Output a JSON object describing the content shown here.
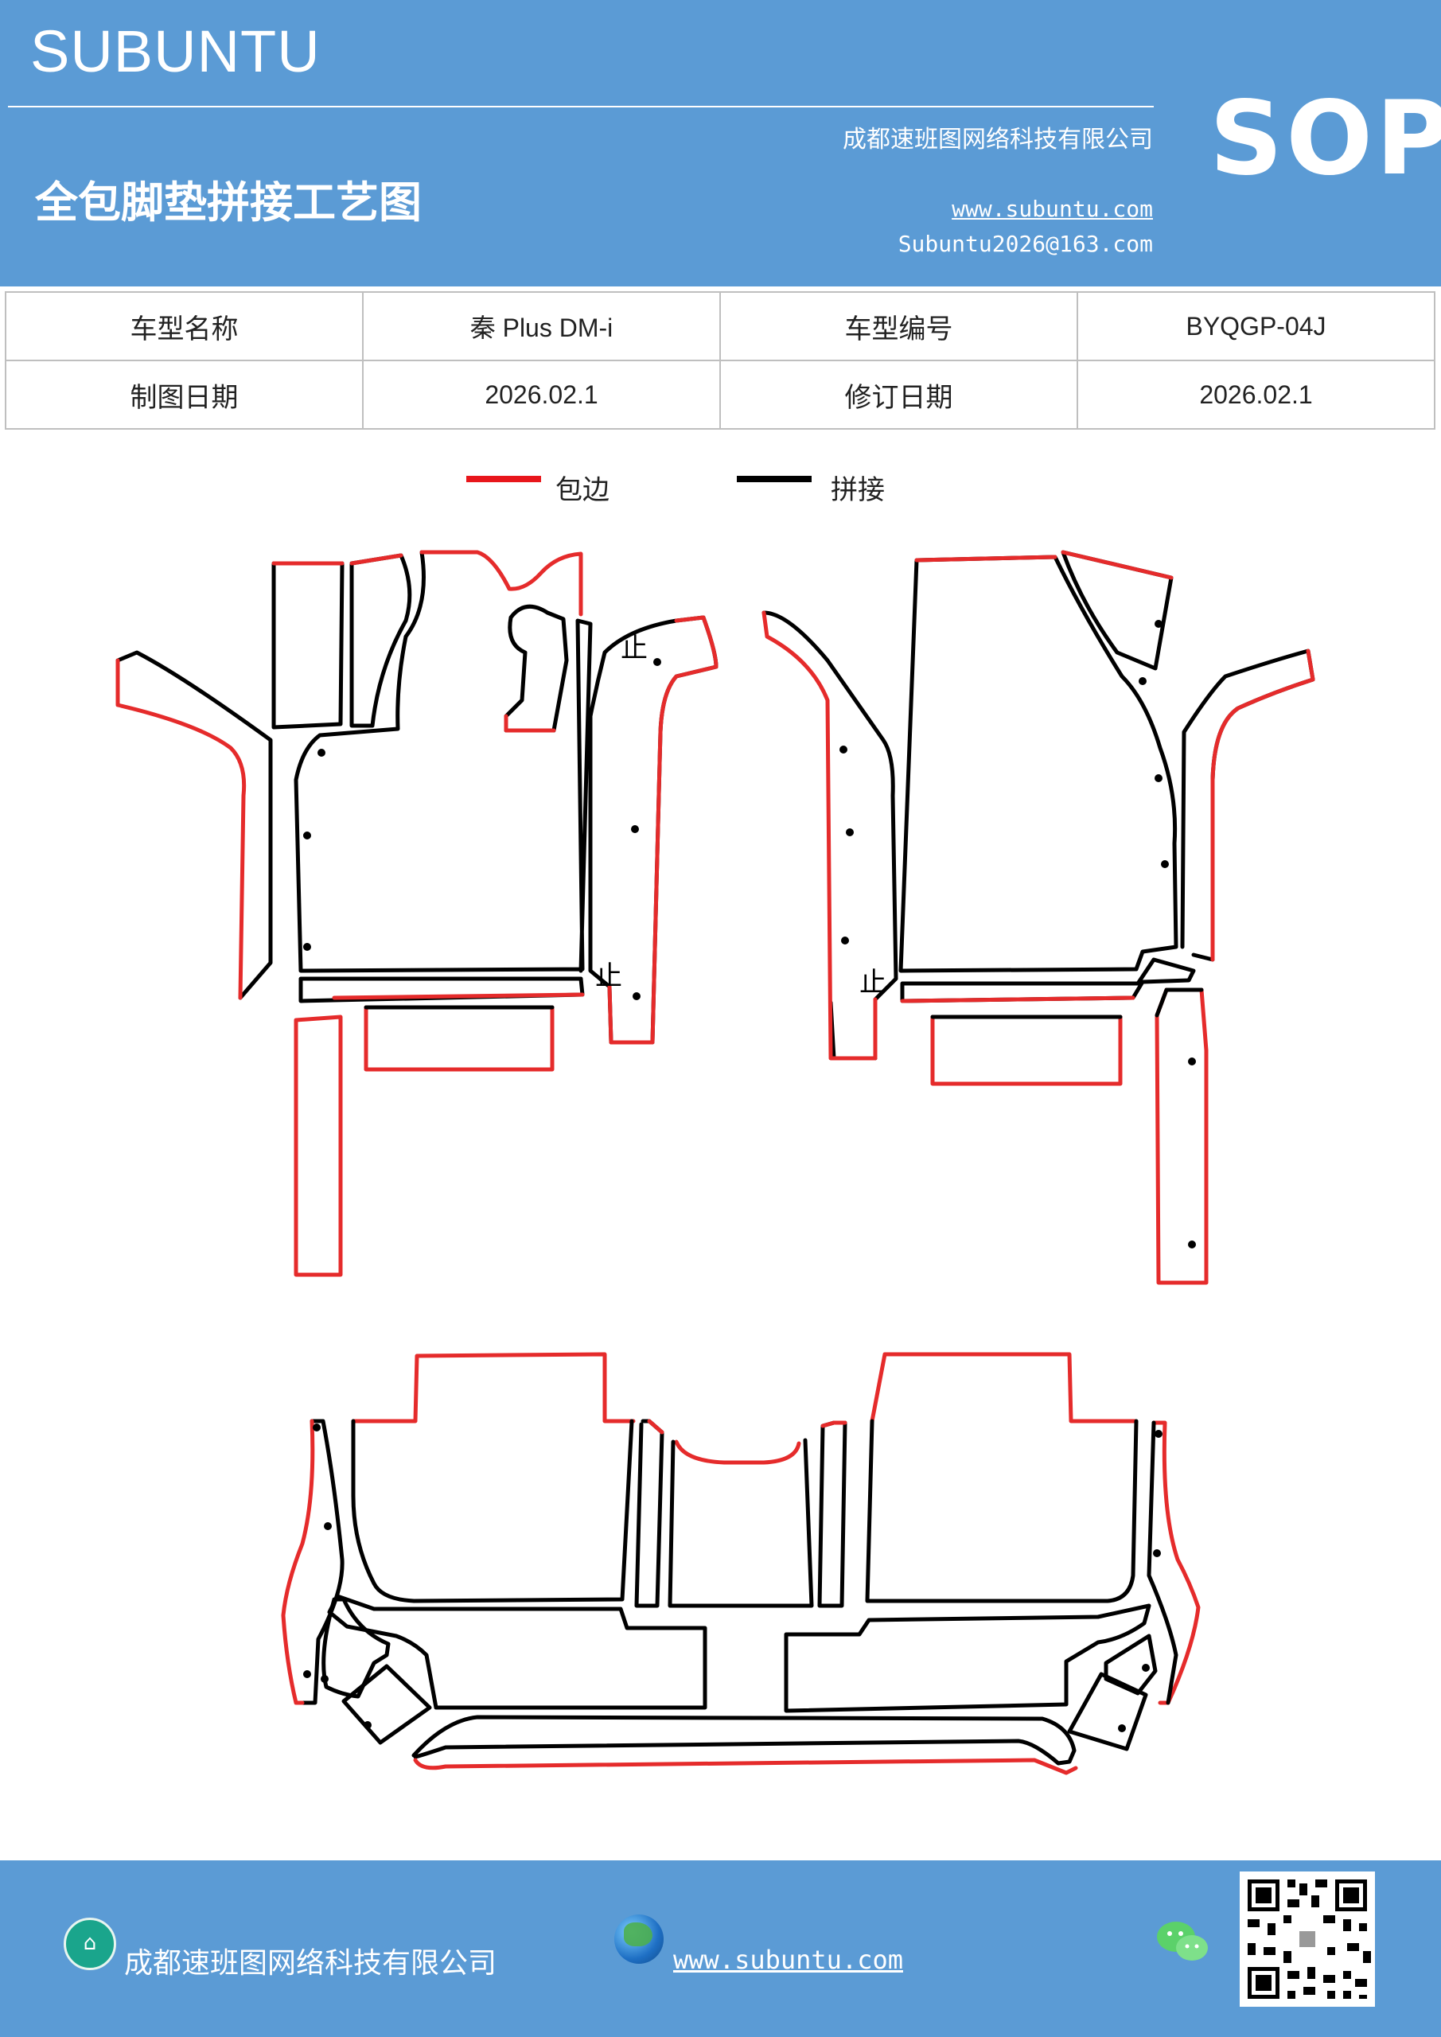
{
  "header": {
    "brand": "SUBUNTU",
    "title": "全包脚垫拼接工艺图",
    "company": "成都速班图网络科技有限公司",
    "website": "www.subuntu.com",
    "email": "Subuntu2026@163.com",
    "badge": "SOP"
  },
  "info_table": {
    "model_name_label": "车型名称",
    "model_name_value": "秦 Plus  DM-i",
    "model_code_label": "车型编号",
    "model_code_value": "BYQGP-04J",
    "draw_date_label": "制图日期",
    "draw_date_value": "2026.02.1",
    "revise_date_label": "修订日期",
    "revise_date_value": "2026.02.1"
  },
  "legend": {
    "wrap_edge_label": "包边",
    "wrap_edge_color": "#e8161b",
    "splice_label": "拼接",
    "splice_color": "#000000"
  },
  "diagram": {
    "marks": [
      "止",
      "止",
      "止"
    ]
  },
  "footer": {
    "company": "成都速班图网络科技有限公司",
    "website": "www.subuntu.com",
    "icons": [
      "building-icon",
      "globe-icon",
      "wechat-icon",
      "qr-code"
    ]
  },
  "colors": {
    "header_bg": "#5b9bd5",
    "footer_bg": "#5b9bd5"
  }
}
